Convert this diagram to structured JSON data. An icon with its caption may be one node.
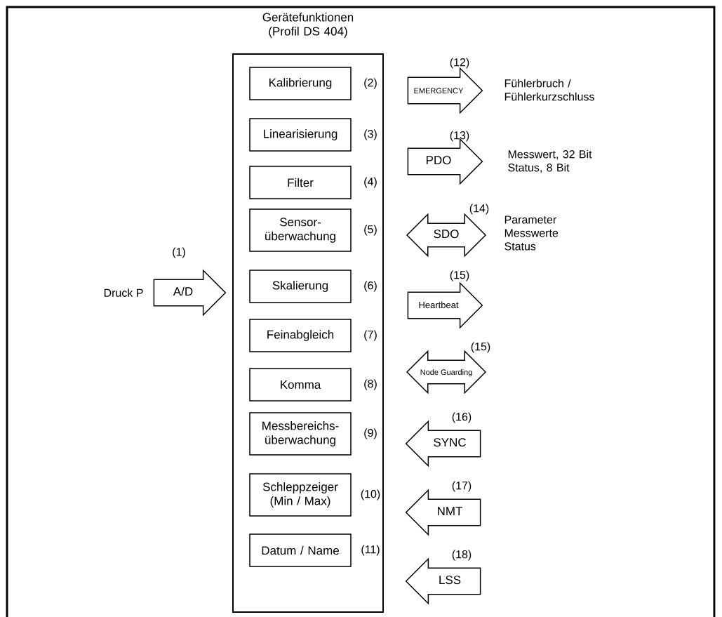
{
  "diagram": {
    "nodes": [
      {
        "text": [
          "Gerätefunktionen (Profil DS 404)"
        ]
      },
      {
        "text": [
          "Kalibrierung"
        ],
        "in": 0,
        "beside": [
          "(2)"
        ]
      },
      {
        "text": [
          "Linearisierung"
        ],
        "in": 0,
        "beside": [
          "(3)"
        ]
      },
      {
        "text": [
          "Filter"
        ],
        "in": 0,
        "beside": [
          "(4)"
        ]
      },
      {
        "text": [
          "Sensor- überwachung"
        ],
        "in": 0,
        "beside": [
          "(5)"
        ]
      },
      {
        "text": [
          "Skalierung"
        ],
        "in": 0,
        "beside": [
          "(6)"
        ]
      },
      {
        "text": [
          "Feinabgleich"
        ],
        "in": 0,
        "beside": [
          "(7)"
        ]
      },
      {
        "text": [
          "Komma"
        ],
        "in": 0,
        "beside": [
          "(8)"
        ]
      },
      {
        "text": [
          "Messbereichs- überwachung"
        ],
        "in": 0,
        "beside": [
          "(9)"
        ]
      },
      {
        "text": [
          "Schleppzeiger (Min / Max)"
        ],
        "in": 0,
        "beside": [
          "(10)"
        ]
      },
      {
        "text": [
          "Datum / Name"
        ],
        "in": 0,
        "beside": [
          "(11)"
        ]
      },
      {
        "text": [
          "A/D"
        ],
        "beside": [
          "(1)",
          "Druck P"
        ]
      },
      {
        "text": [
          "EMERGENCY"
        ],
        "beside": [
          "(12)",
          "Fühlerbruch / Fühlerkurzschluss"
        ]
      },
      {
        "text": [
          "PDO"
        ],
        "beside": [
          "(13)",
          "Messwert, 32 Bit Status, 8 Bit"
        ]
      },
      {
        "text": [
          "SDO"
        ],
        "beside": [
          "(14)",
          "Parameter Messwerte Status"
        ]
      },
      {
        "text": [
          "Heartbeat"
        ],
        "beside": [
          "(15)"
        ]
      },
      {
        "text": [
          "Node Guarding"
        ],
        "beside": [
          "(15)"
        ]
      },
      {
        "text": [
          "SYNC"
        ],
        "beside": [
          "(16)"
        ]
      },
      {
        "text": [
          "NMT"
        ],
        "beside": [
          "(17)"
        ]
      },
      {
        "text": [
          "LSS"
        ],
        "beside": [
          "(18)"
        ]
      }
    ]
  }
}
